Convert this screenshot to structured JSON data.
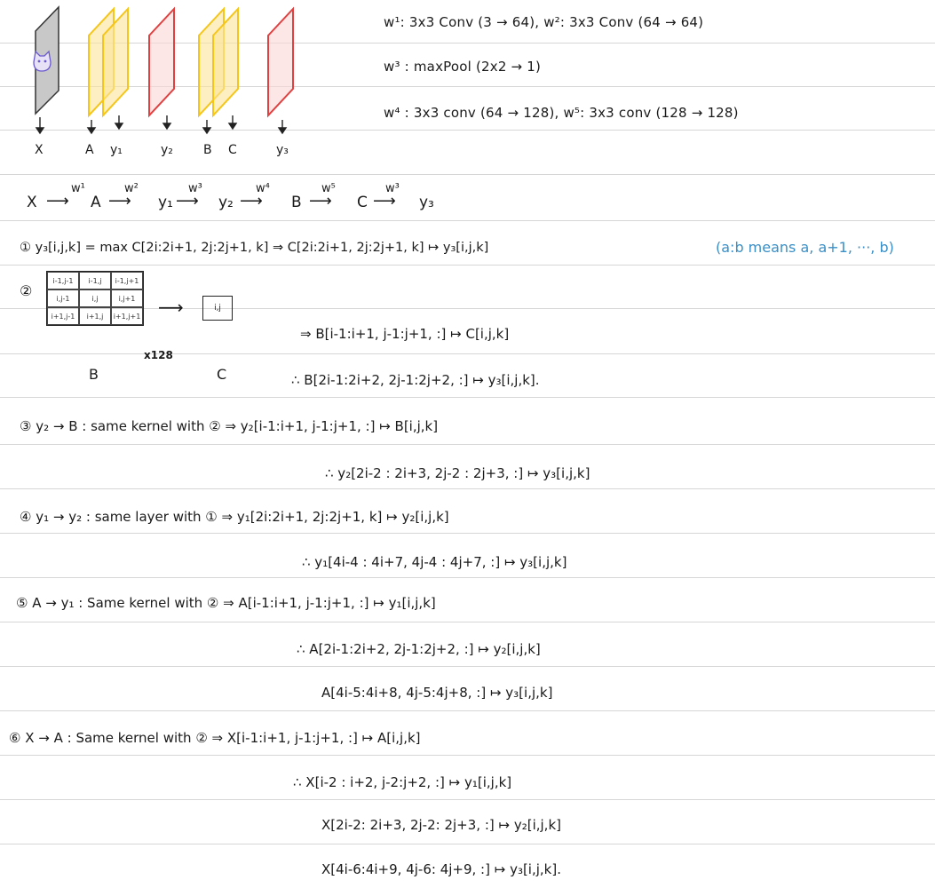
{
  "diagram": {
    "labels": [
      "X",
      "A",
      "y₁",
      "y₂",
      "B",
      "C",
      "y₃"
    ],
    "colors": {
      "input": "#cccccc",
      "conv": "#f5c518",
      "pool": "#e04040",
      "outline": "#333333"
    }
  },
  "definitions": {
    "line1": "w¹: 3x3 Conv (3 → 64),   w²: 3x3 Conv (64 → 64)",
    "line2": "w³ : maxPool (2x2 → 1)",
    "line3": "w⁴ : 3x3 conv (64 → 128),   w⁵: 3x3 conv (128 → 128)"
  },
  "chain": {
    "nodes": [
      "X",
      "A",
      "y₁",
      "y₂",
      "B",
      "C",
      "y₃"
    ],
    "arrows": [
      "w¹",
      "w²",
      "w³",
      "w⁴",
      "w⁵",
      "w³"
    ]
  },
  "steps": {
    "s1": "① y₃[i,j,k] = max C[2i:2i+1, 2j:2j+1, k]   ⇒ C[2i:2i+1, 2j:2j+1, k] ↦ y₃[i,j,k]",
    "s1_note": "(a:b means  a, a+1, ···, b)",
    "s2_num": "②",
    "grid_cells": [
      "i-1,j-1",
      "i-1,j",
      "i-1,j+1",
      "i,j-1",
      "i,j",
      "i,j+1",
      "i+1,j-1",
      "i+1,j",
      "i+1,j+1"
    ],
    "grid_mult": "x128",
    "c_cell": "i,j",
    "grid_label": "B",
    "c_label": "C",
    "s2_a": "⇒ B[i-1:i+1, j-1:j+1, :] ↦ C[i,j,k]",
    "s2_b": "∴ B[2i-1:2i+2, 2j-1:2j+2, :] ↦ y₃[i,j,k].",
    "s3_a": "③   y₂ → B  : same kernel with ②  ⇒ y₂[i-1:i+1, j-1:j+1, :] ↦ B[i,j,k]",
    "s3_b": "∴ y₂[2i-2 : 2i+3, 2j-2 : 2j+3, :]  ↦ y₃[i,j,k]",
    "s4_a": "④  y₁ → y₂  : same layer with ①   ⇒ y₁[2i:2i+1, 2j:2j+1, k]  ↦  y₂[i,j,k]",
    "s4_b": "∴  y₁[4i-4 : 4i+7, 4j-4 : 4j+7, :] ↦ y₃[i,j,k]",
    "s5_a": "⑤  A → y₁  : Same kernel with ②    ⇒ A[i-1:i+1, j-1:j+1, :] ↦ y₁[i,j,k]",
    "s5_b": "∴  A[2i-1:2i+2, 2j-1:2j+2, :] ↦ y₂[i,j,k]",
    "s5_c": "A[4i-5:4i+8, 4j-5:4j+8, :] ↦ y₃[i,j,k]",
    "s6_a": "⑥  X → A :  Same kernel with ②    ⇒ X[i-1:i+1, j-1:j+1, :] ↦ A[i,j,k]",
    "s6_b": "∴ X[i-2 : i+2, j-2:j+2, :] ↦ y₁[i,j,k]",
    "s6_c": "X[2i-2: 2i+3, 2j-2: 2j+3, :] ↦ y₂[i,j,k]",
    "s6_d": "X[4i-6:4i+9, 4j-6: 4j+9, :] ↦ y₃[i,j,k]."
  }
}
